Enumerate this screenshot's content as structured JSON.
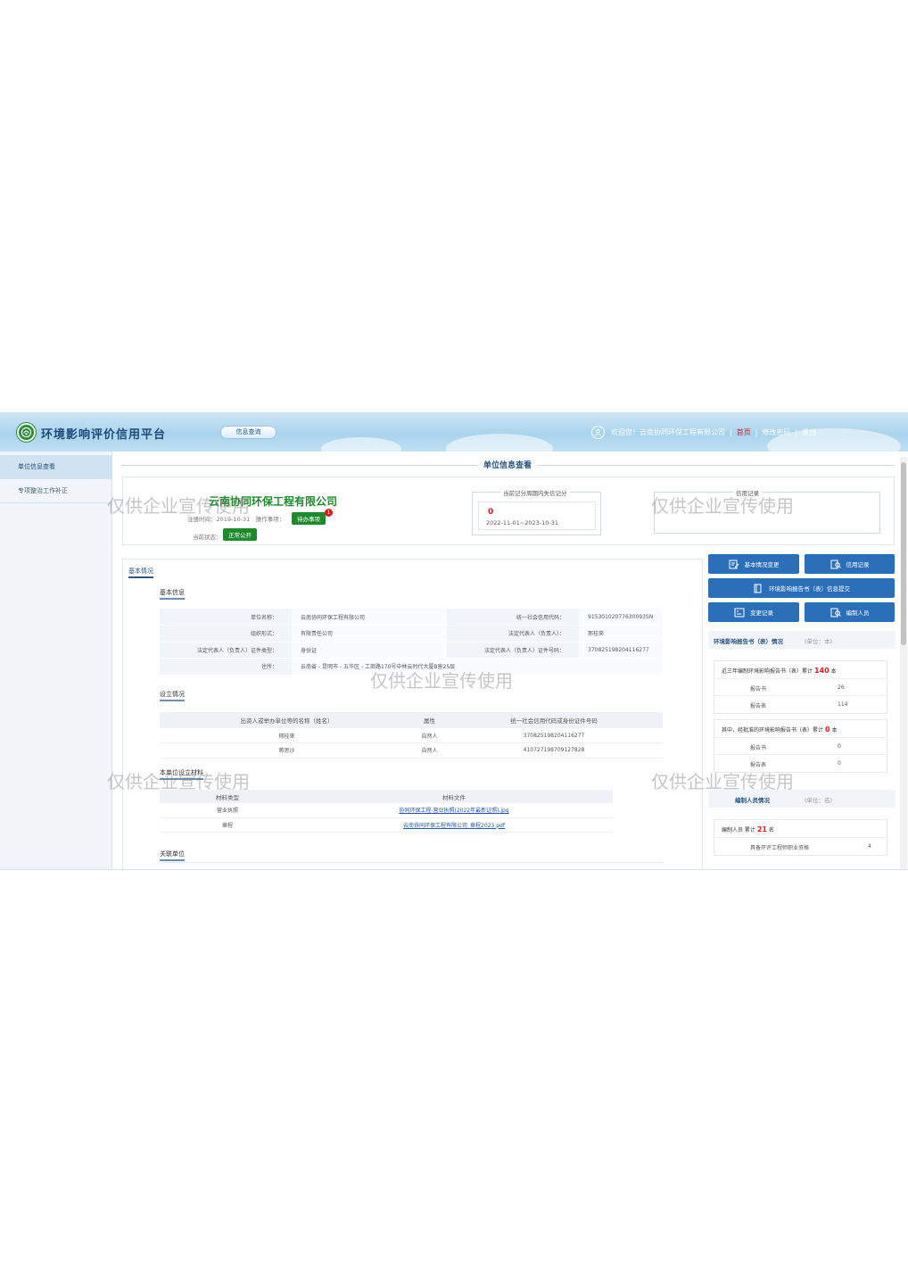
{
  "header": {
    "site_title": "环境影响评价信用平台",
    "nav_button": "信息查询",
    "welcome": "欢迎您！云南协同环保工程有限公司",
    "home": "首页",
    "change_password": "修改密码",
    "logout": "退出"
  },
  "sidebar": {
    "items": [
      {
        "label": "单位信息查看"
      },
      {
        "label": "专项整治工作补正"
      }
    ]
  },
  "main": {
    "page_title": "单位信息查看",
    "company": {
      "name": "云南协同环保工程有限公司",
      "reg_text": "注册时间：2019-10-31　操作事项：",
      "pending_label": "待办事项",
      "pending_count": "1",
      "status_label": "当前状态：",
      "status": "正常公开"
    },
    "score": {
      "caption": "当前记分周期内失信记分",
      "value": "0",
      "range": "2022-11-01~2023-10-31"
    },
    "credit_caption": "信用记录",
    "basic": {
      "section_label": "基本情况",
      "info_heading": "基本信息",
      "rows": [
        {
          "k1": "单位名称：",
          "v1": "云南协同环保工程有限公司",
          "k2": "统一社会信用代码：",
          "v2": "91530102077630093SN"
        },
        {
          "k1": "组织形式：",
          "v1": "有限责任公司",
          "k2": "法定代表人（负责人）：",
          "v2": "邢桂來"
        },
        {
          "k1": "法定代表人（负责人）证件类型：",
          "v1": "身份证",
          "k2": "法定代表人（负责人）证件号码：",
          "v2": "370825198204116277"
        },
        {
          "k1": "住所：",
          "v1": "云南省 - 昆明市 - 五华区 - 工商路170号中林云时代大厦B座25层",
          "k2": "",
          "v2": ""
        }
      ],
      "shareholder_heading": "设立情况",
      "shareholder_headers": [
        "出资人或举办单位等的名称（姓名）",
        "属性",
        "统一社会信用代码或身份证件号码"
      ],
      "shareholders": [
        {
          "name": "邢桂來",
          "type": "自然人",
          "id": "370825198204116277"
        },
        {
          "name": "蒋思沙",
          "type": "自然人",
          "id": "410727198709127828"
        }
      ],
      "materials_heading": "本单位设立材料",
      "materials_headers": [
        "材料类型",
        "材料文件"
      ],
      "materials": [
        {
          "type": "营业执照",
          "file": "协同环保工程-营业执照(2022年最新证照).jpg"
        },
        {
          "type": "章程",
          "file": "云南协同环保工程有限公司_章程2023.pdf"
        }
      ],
      "related_heading": "关联单位"
    },
    "right": {
      "buttons": {
        "basic_change": "基本情况变更",
        "credit_record": "信用记录",
        "eia_report_info": "环境影响报告书（表）信息提交",
        "change_record": "变更记录",
        "staff": "编制人员"
      },
      "report_panel_title": "环境影响报告书（表）情况",
      "report_panel_unit": "(单位：本)",
      "recent": {
        "head": "近三年编制环境影响报告书（表）累计",
        "total": "140",
        "unit": "本",
        "rows": [
          {
            "label": "报告书",
            "value": "26"
          },
          {
            "label": "报告表",
            "value": "114"
          }
        ]
      },
      "approved": {
        "head": "其中，经批准的环境影响报告书（表）累计",
        "total": "0",
        "unit": "本",
        "rows": [
          {
            "label": "报告书",
            "value": "0"
          },
          {
            "label": "报告表",
            "value": "0"
          }
        ]
      },
      "staff_panel_title": "编制人员情况",
      "staff_panel_unit": "(单位：名)",
      "staff": {
        "head": "编制人员 累计",
        "total": "21",
        "unit": "名",
        "rows": [
          {
            "label": "具备环评工程师职业资格",
            "value": "4"
          }
        ]
      }
    }
  },
  "watermark": "仅供企业宣传使用",
  "colors": {
    "brand_green": "#1d8a2b",
    "primary_blue": "#2a6fb8",
    "alert_red": "#e21a1a"
  }
}
